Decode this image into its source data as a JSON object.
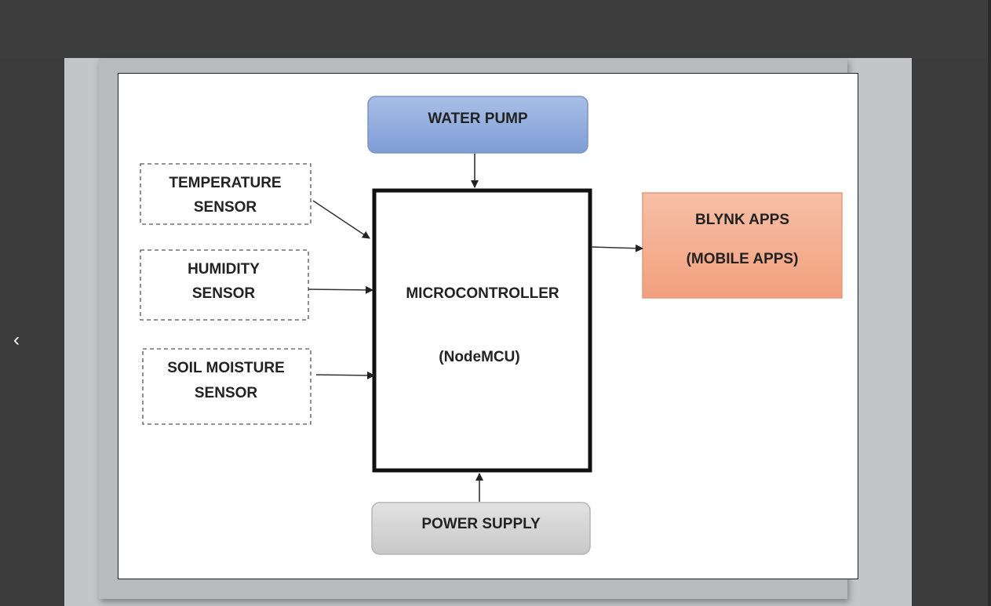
{
  "viewer": {
    "prev_icon": "chevron-left-icon",
    "prev_glyph": "‹"
  },
  "diagram": {
    "water_pump": "WATER PUMP",
    "temperature_sensor": [
      "TEMPERATURE",
      "SENSOR"
    ],
    "humidity_sensor": [
      "HUMIDITY",
      "SENSOR"
    ],
    "soil_moisture_sensor": [
      "SOIL MOISTURE",
      "SENSOR"
    ],
    "microcontroller": [
      "MICROCONTROLLER",
      "(NodeMCU)"
    ],
    "blynk_apps": [
      "BLYNK APPS",
      "(MOBILE APPS)"
    ],
    "power_supply": "POWER SUPPLY",
    "colors": {
      "water_pump_fill": "#8ea9db",
      "blynk_fill": "#f4a98a",
      "power_fill": "#d4d4d4"
    }
  }
}
